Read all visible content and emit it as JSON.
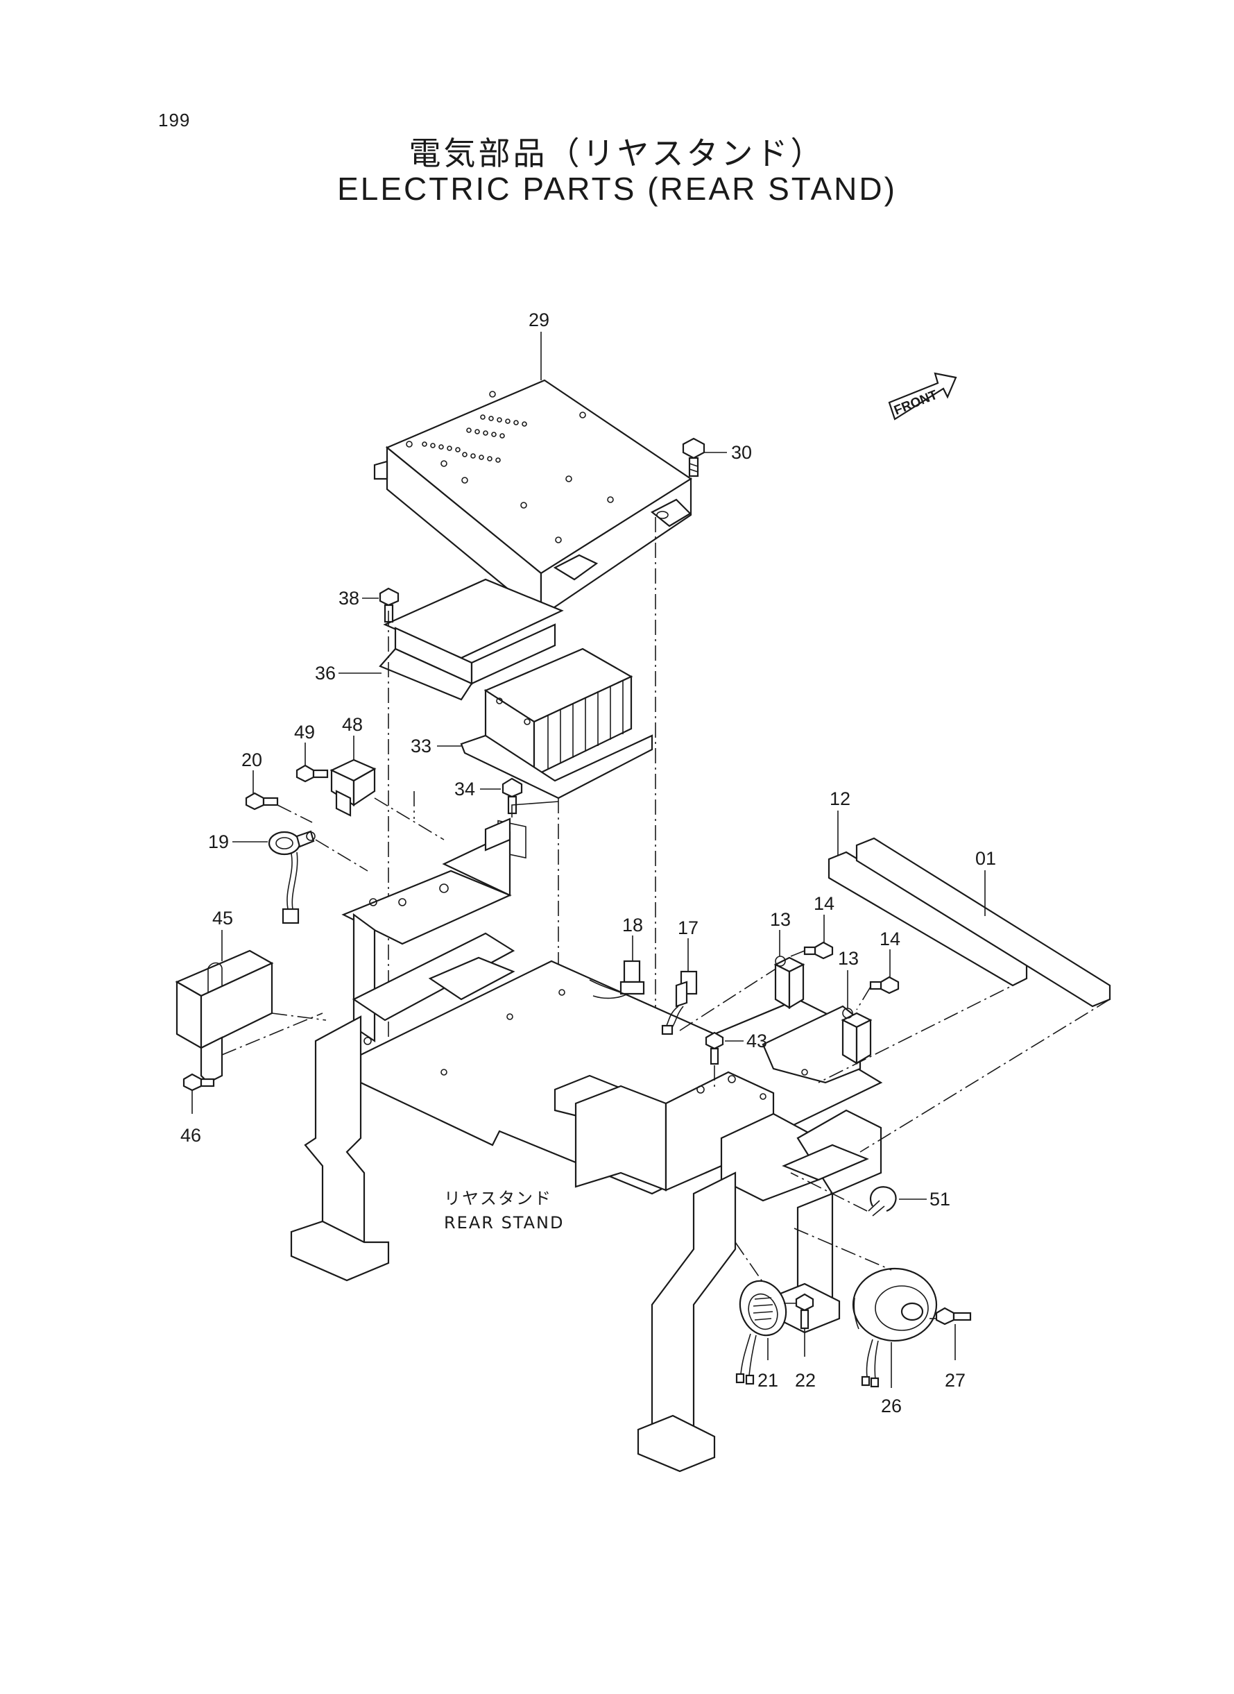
{
  "page": {
    "number": "199",
    "title_ja": "電気部品（リヤスタンド）",
    "title_en": "ELECTRIC PARTS (REAR STAND)"
  },
  "orientation_marker": {
    "label": "FRONT"
  },
  "stand_label": {
    "ja": "リヤスタンド",
    "en": "REAR STAND"
  },
  "callouts": {
    "p29": "29",
    "p30": "30",
    "p38": "38",
    "p36": "36",
    "p33": "33",
    "p34": "34",
    "p49": "49",
    "p48": "48",
    "p20": "20",
    "p19": "19",
    "p45": "45",
    "p46": "46",
    "p12": "12",
    "p01": "01",
    "p14a": "14",
    "p14b": "14",
    "p13a": "13",
    "p13b": "13",
    "p18": "18",
    "p17": "17",
    "p43": "43",
    "p51": "51",
    "p21": "21",
    "p22": "22",
    "p26": "26",
    "p27": "27"
  }
}
